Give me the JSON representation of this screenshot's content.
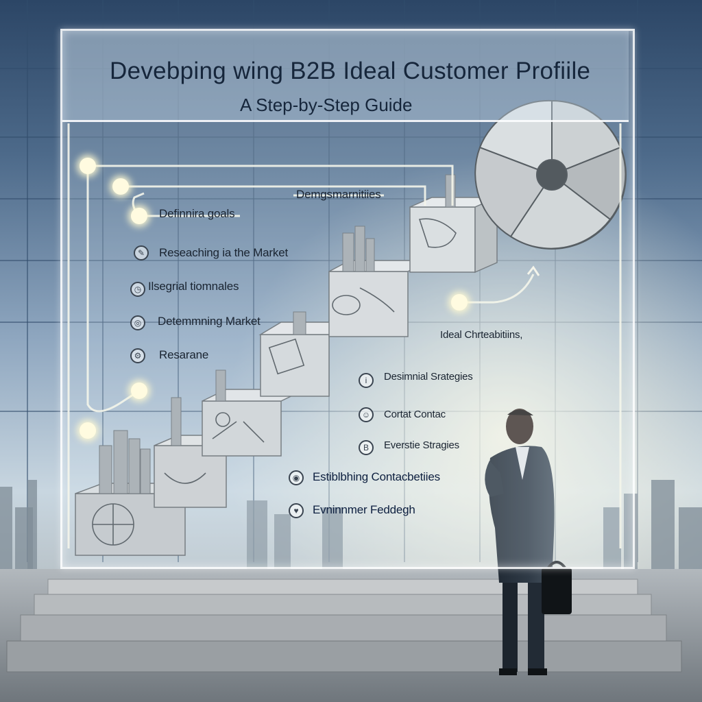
{
  "title": "Devebping wing B2B Ideal Customer Profiile",
  "subtitle": "A Step-by-Step Guide",
  "steps_left": [
    "Definnira goals",
    "Reseaching ia the Market",
    "Ilsegrial tiomnales",
    "Detemmning Market",
    "Resarane"
  ],
  "top_label": "Demgsmarnitiies",
  "right_label": "Ideal Chrteabitiins,",
  "steps_right": [
    "Desimnial Srategies",
    "Cortat Contac",
    "Everstie Stragies",
    "Estiblbhing Contacbetiies",
    "Evninnmer Feddegh"
  ],
  "colors": {
    "panel_border": "#ffffff",
    "text_dark": "#16263b",
    "text_navy": "#0d1f3f",
    "glow_node": "#fffbe0"
  }
}
